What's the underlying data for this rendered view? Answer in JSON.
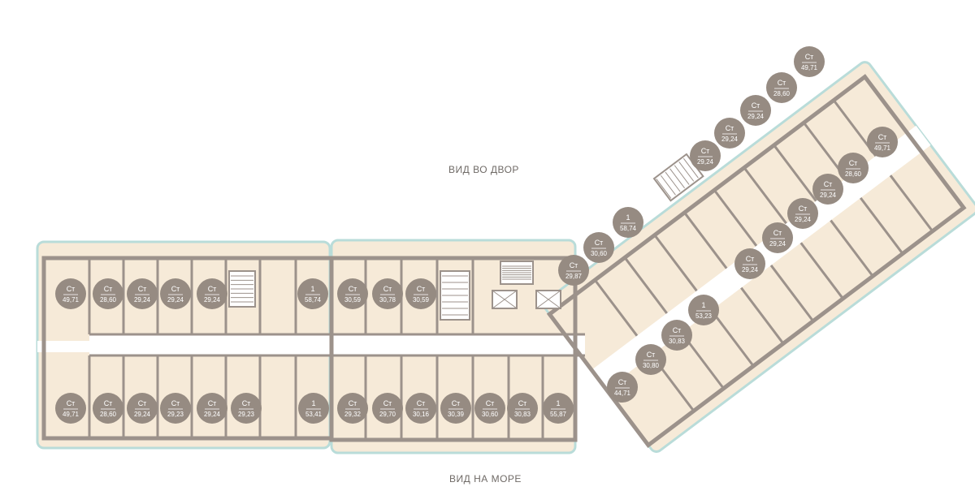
{
  "orientation": {
    "yard_view": "ВИД ВО ДВОР",
    "sea_view": "ВИД НА МОРЕ"
  },
  "colors": {
    "apartment_fill": "#f6ead8",
    "wall": "#9c928b",
    "badge": "#968b82",
    "badge_text": "#ffffff",
    "corridor": "#ffffff",
    "glazing": "#b9dcd9",
    "label": "#6f6a66"
  },
  "apartments": {
    "west_north": [
      {
        "type": "Ст",
        "area": "49,71"
      },
      {
        "type": "Ст",
        "area": "28,60"
      },
      {
        "type": "Ст",
        "area": "29,24"
      },
      {
        "type": "Ст",
        "area": "29,24"
      },
      {
        "type": "Ст",
        "area": "29,24"
      },
      {
        "type": "1",
        "area": "58,74"
      },
      {
        "type": "Ст",
        "area": "30,59"
      },
      {
        "type": "Ст",
        "area": "30,78"
      },
      {
        "type": "Ст",
        "area": "30,59"
      }
    ],
    "west_south": [
      {
        "type": "Ст",
        "area": "49,71"
      },
      {
        "type": "Ст",
        "area": "28,60"
      },
      {
        "type": "Ст",
        "area": "29,24"
      },
      {
        "type": "Ст",
        "area": "29,23"
      },
      {
        "type": "Ст",
        "area": "29,24"
      },
      {
        "type": "Ст",
        "area": "29,23"
      },
      {
        "type": "1",
        "area": "53,41"
      },
      {
        "type": "Ст",
        "area": "29,32"
      },
      {
        "type": "Ст",
        "area": "29,70"
      },
      {
        "type": "Ст",
        "area": "30,16"
      },
      {
        "type": "Ст",
        "area": "30,39"
      },
      {
        "type": "Ст",
        "area": "30,60"
      },
      {
        "type": "Ст",
        "area": "30,83"
      },
      {
        "type": "1",
        "area": "55,87"
      }
    ],
    "east_north": [
      {
        "type": "Ст",
        "area": "29,87"
      },
      {
        "type": "Ст",
        "area": "30,60"
      },
      {
        "type": "1",
        "area": "58,74"
      },
      {
        "type": "Ст",
        "area": "29,24"
      },
      {
        "type": "Ст",
        "area": "29,24"
      },
      {
        "type": "Ст",
        "area": "29,24"
      },
      {
        "type": "Ст",
        "area": "28,60"
      },
      {
        "type": "Ст",
        "area": "49,71"
      }
    ],
    "east_south": [
      {
        "type": "Ст",
        "area": "44,71"
      },
      {
        "type": "Ст",
        "area": "30,80"
      },
      {
        "type": "Ст",
        "area": "30,83"
      },
      {
        "type": "1",
        "area": "53,23"
      },
      {
        "type": "Ст",
        "area": "29,24"
      },
      {
        "type": "Ст",
        "area": "29,24"
      },
      {
        "type": "Ст",
        "area": "29,24"
      },
      {
        "type": "Ст",
        "area": "29,24"
      },
      {
        "type": "Ст",
        "area": "28,60"
      },
      {
        "type": "Ст",
        "area": "49,71"
      }
    ]
  }
}
